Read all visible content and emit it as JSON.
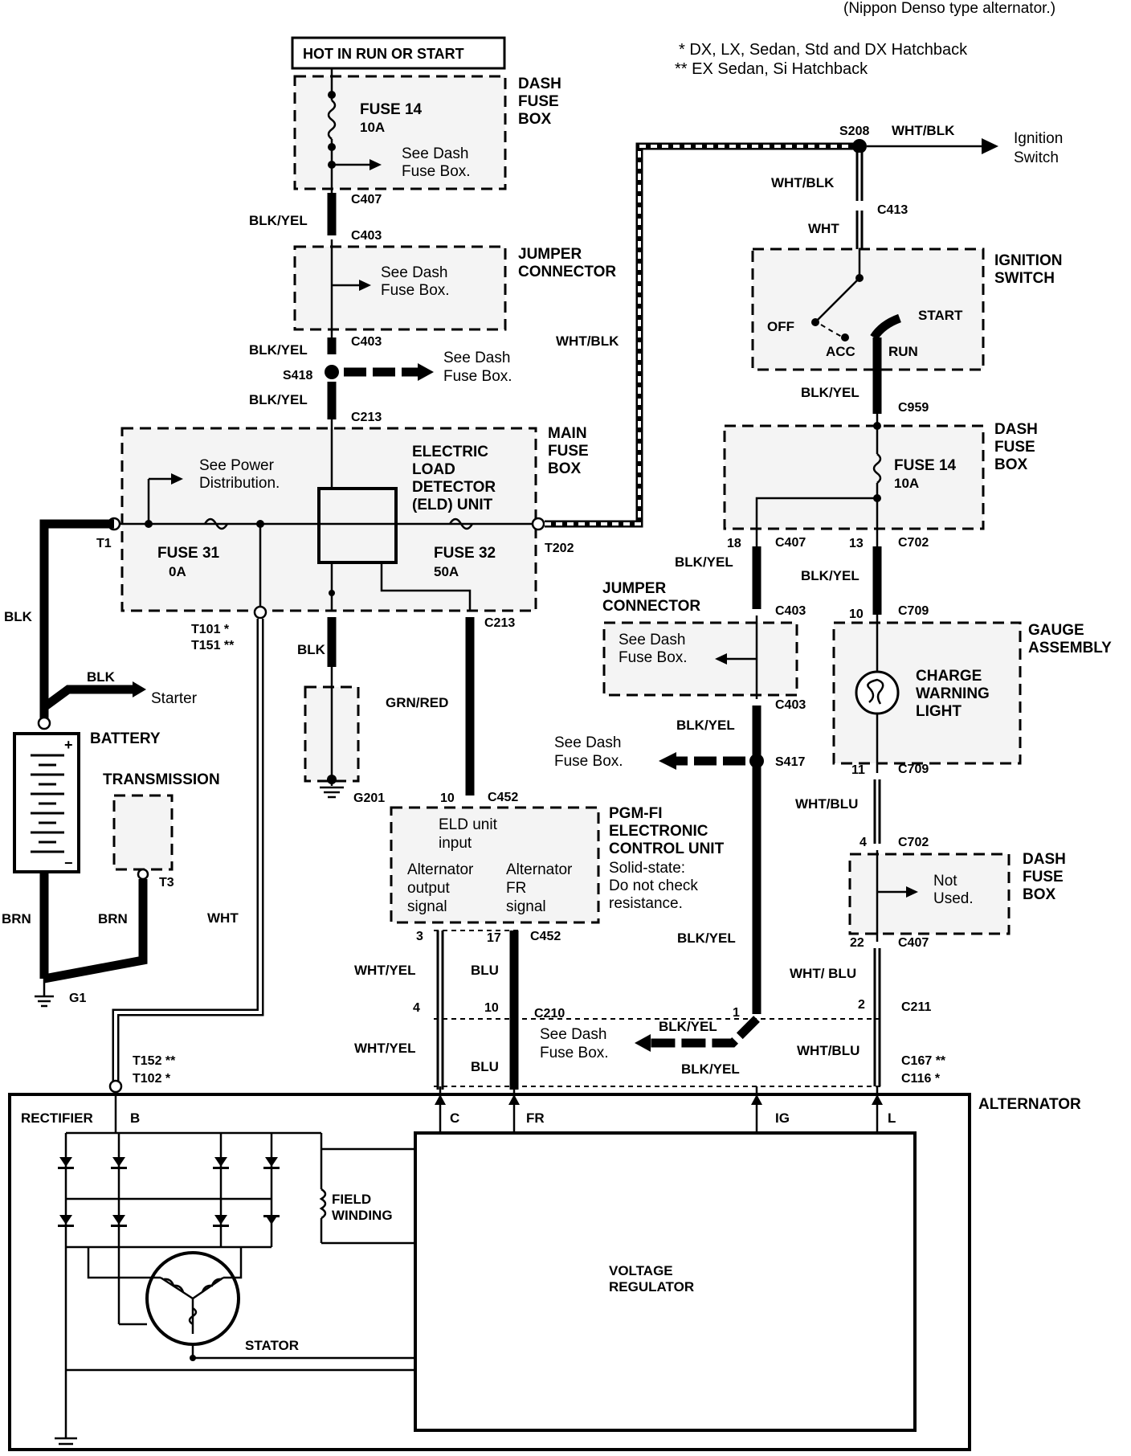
{
  "header": {
    "type_note": "(Nippon Denso type alternator.)",
    "note_single": "* DX, LX, Sedan, Std and DX Hatchback",
    "note_double": "** EX Sedan, Si Hatchback"
  },
  "power": {
    "hot_label": "HOT IN RUN OR START",
    "dash_fuse_box": [
      "DASH",
      "FUSE",
      "BOX"
    ],
    "fuse14": "FUSE 14",
    "fuse14_rating": "10A",
    "see_dash": [
      "See Dash",
      "Fuse Box."
    ],
    "jumper_connector": [
      "JUMPER",
      "CONNECTOR"
    ],
    "main_fuse_box": [
      "MAIN",
      "FUSE",
      "BOX"
    ],
    "eld": [
      "ELECTRIC",
      "LOAD",
      "DETECTOR",
      "(ELD) UNIT"
    ],
    "see_power": [
      "See Power",
      "Distribution."
    ],
    "fuse31": "FUSE 31",
    "fuse31_rating": "0A",
    "fuse32": "FUSE 32",
    "fuse32_rating": "50A",
    "battery": "BATTERY",
    "transmission": "TRANSMISSION",
    "starter": "Starter",
    "not_used": [
      "Not",
      "Used."
    ]
  },
  "ignition": {
    "label": [
      "IGNITION",
      "SWITCH"
    ],
    "switch_ref": "Ignition",
    "switch_ref2": "Switch",
    "off": "OFF",
    "acc": "ACC",
    "run": "RUN",
    "start": "START"
  },
  "gauge": {
    "label": [
      "GAUGE",
      "ASSEMBLY"
    ],
    "light": [
      "CHARGE",
      "WARNING",
      "LIGHT"
    ]
  },
  "ecu": {
    "title": [
      "PGM-FI",
      "ELECTRONIC",
      "CONTROL UNIT"
    ],
    "note": [
      "Solid-state:",
      "Do not check",
      "resistance."
    ],
    "eld_input": [
      "ELD unit",
      "input"
    ],
    "alt_output": [
      "Alternator",
      "output",
      "signal"
    ],
    "alt_fr": [
      "Alternator",
      "FR",
      "signal"
    ]
  },
  "alternator": {
    "label": "ALTERNATOR",
    "rectifier": "RECTIFIER",
    "b": "B",
    "field": [
      "FIELD",
      "WINDING"
    ],
    "stator": "STATOR",
    "regulator": [
      "VOLTAGE",
      "REGULATOR"
    ],
    "terminals": [
      "C",
      "FR",
      "IG",
      "L"
    ]
  },
  "wires": {
    "blk_yel": "BLK/YEL",
    "blk": "BLK",
    "brn": "BRN",
    "wht": "WHT",
    "wht_blk": "WHT/BLK",
    "grn_red": "GRN/RED",
    "wht_yel": "WHT/YEL",
    "blu": "BLU",
    "wht_blu": "WHT/BLU",
    "wht_blu_spaced": "WHT/ BLU"
  },
  "connectors": {
    "c407": "C407",
    "c403": "C403",
    "s418": "S418",
    "c213": "C213",
    "t1": "T1",
    "t202": "T202",
    "t101": "T101 *",
    "t151": "T151 **",
    "g201": "G201",
    "g1": "G1",
    "t3": "T3",
    "c452": "C452",
    "t152": "T152 **",
    "t102": "T102 *",
    "c210": "C210",
    "s208": "S208",
    "c413": "C413",
    "c959": "C959",
    "c702": "C702",
    "c709": "C709",
    "s417": "S417",
    "c211": "C211",
    "c167": "C167 **",
    "c116": "C116 *"
  },
  "pins": {
    "p18": "18",
    "p13": "13",
    "p10": "10",
    "p11": "11",
    "p4": "4",
    "p22": "22",
    "p3": "3",
    "p17": "17",
    "p1": "1",
    "p2": "2"
  }
}
